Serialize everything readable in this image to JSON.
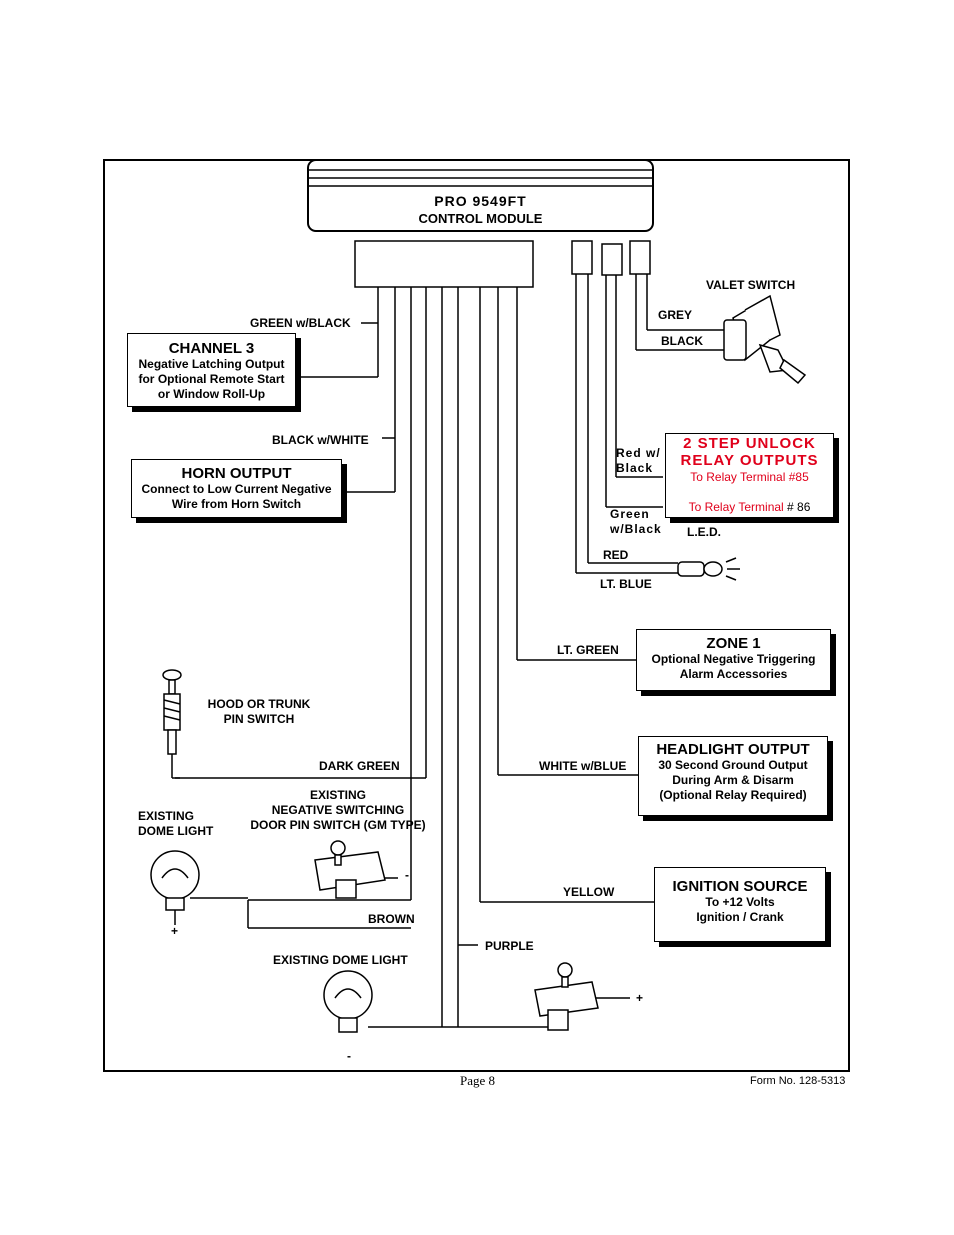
{
  "module": {
    "title": "PRO 9549FT",
    "subtitle": "CONTROL MODULE"
  },
  "wires": {
    "green_black": "GREEN w/BLACK",
    "black_white": "BLACK w/WHITE",
    "dark_green": "DARK GREEN",
    "brown": "BROWN",
    "purple": "PURPLE",
    "yellow": "YELLOW",
    "white_blue": "WHITE w/BLUE",
    "lt_green": "LT. GREEN",
    "red": "RED",
    "lt_blue": "LT. BLUE",
    "grey": "GREY",
    "black": "BLACK",
    "relay_red_black_1": "Red w/",
    "relay_red_black_2": "Black",
    "relay_green_black_1": "Green",
    "relay_green_black_2": "w/Black"
  },
  "boxes": {
    "channel3": {
      "title": "CHANNEL 3",
      "lines": [
        "Negative Latching Output",
        "for Optional Remote Start",
        "or Window Roll-Up"
      ]
    },
    "horn": {
      "title": "HORN OUTPUT",
      "lines": [
        "Connect to Low Current Negative",
        "Wire from Horn Switch"
      ]
    },
    "relay": {
      "title1": "2 STEP UNLOCK",
      "title2": "RELAY OUTPUTS",
      "line1": "To Relay Terminal #85",
      "line2_red": "To Relay Terminal",
      "line2_black": " # 86"
    },
    "zone1": {
      "title": "ZONE 1",
      "lines": [
        "Optional Negative Triggering",
        "Alarm Accessories"
      ]
    },
    "headlight": {
      "title": "HEADLIGHT OUTPUT",
      "lines": [
        "30 Second Ground Output",
        "During Arm & Disarm",
        "(Optional Relay Required)"
      ]
    },
    "ignition": {
      "title": "IGNITION SOURCE",
      "lines": [
        "To +12 Volts",
        "Ignition / Crank"
      ]
    }
  },
  "labels": {
    "valet_switch": "VALET SWITCH",
    "led": "L.E.D.",
    "hood_1": "HOOD OR TRUNK",
    "hood_2": "PIN SWITCH",
    "dome1_1": "EXISTING",
    "dome1_2": "DOME LIGHT",
    "door_1": "EXISTING",
    "door_2": "NEGATIVE SWITCHING",
    "door_3": "DOOR PIN SWITCH (GM TYPE)",
    "dome2": "EXISTING DOME LIGHT",
    "plus1": "+",
    "minus1": "-",
    "minus2": "-",
    "plus2": "+"
  },
  "footer": {
    "page": "Page 8",
    "form": "Form No. 128-5313"
  },
  "colors": {
    "relay_text": "#e0001b"
  }
}
